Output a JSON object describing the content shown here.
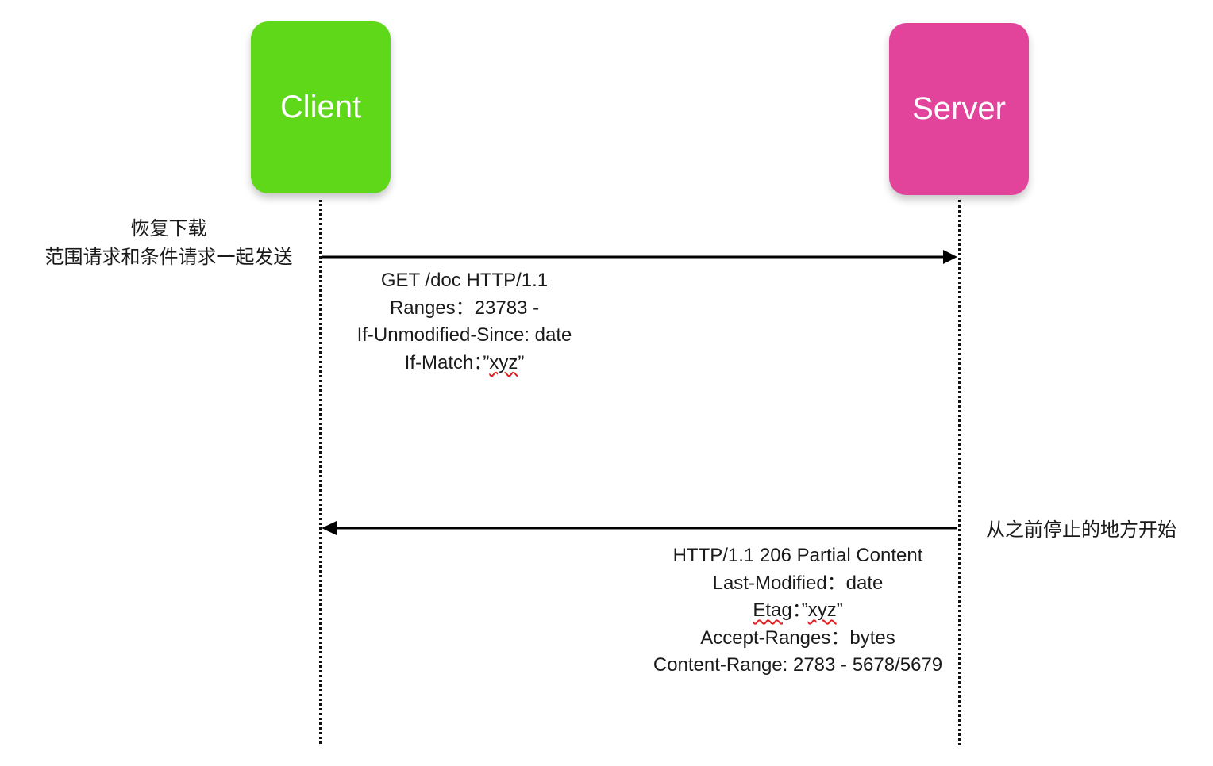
{
  "actors": {
    "client": {
      "label": "Client",
      "color": "#5fd81a"
    },
    "server": {
      "label": "Server",
      "color": "#e2449c"
    }
  },
  "notes": {
    "left": [
      "恢复下载",
      "范围请求和条件请求一起发送"
    ],
    "right": "从之前停止的地方开始"
  },
  "request": {
    "direction": "client-to-server",
    "line1": "GET /doc  HTTP/1.1",
    "line2": "Ranges：23783 -",
    "line3": "If-Unmodified-Since: date",
    "line4_prefix": "If-Match：",
    "line4_q1": "”",
    "line4_word": "xyz",
    "line4_q2": "”"
  },
  "response": {
    "direction": "server-to-client",
    "line1": "HTTP/1.1 206 Partial Content",
    "line2": "Last-Modified：date",
    "line3_word": "Etag",
    "line3_mid": "：”",
    "line3_val": "xyz",
    "line3_end": "”",
    "line4": "Accept-Ranges：bytes",
    "line5": "Content-Range: 2783 - 5678/5679"
  }
}
